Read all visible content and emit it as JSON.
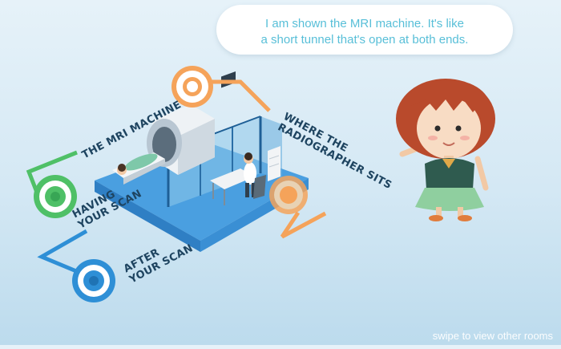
{
  "speech_bubble": {
    "line1": "I am shown the MRI machine. It's like",
    "line2": "a short tunnel that's open at both ends."
  },
  "rooms": {
    "mri_machine": {
      "label": "THE MRI MACHINE",
      "color": "#f5a35a"
    },
    "radiographer": {
      "label_line1": "WHERE THE",
      "label_line2": "RADIOGRAPHER SITS",
      "color": "#f5a35a"
    },
    "having_scan": {
      "label_line1": "HAVING",
      "label_line2": "YOUR SCAN",
      "color": "#4fc067"
    },
    "after_scan": {
      "label_line1": "AFTER",
      "label_line2": "YOUR SCAN",
      "color": "#2e8fd6"
    }
  },
  "footer": {
    "hint": "swipe to view other rooms"
  }
}
